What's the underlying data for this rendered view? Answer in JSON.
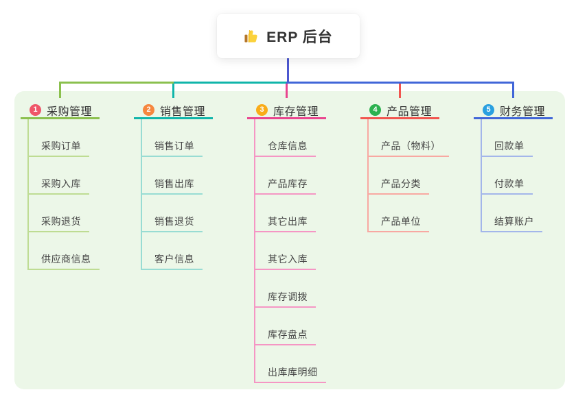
{
  "root": {
    "label": "ERP 后台",
    "icon": "thumbs-up"
  },
  "colors": {
    "page_bg": "#ffffff",
    "panel_bg": "#ecf7e8",
    "stem": "#4c57d0",
    "root_text": "#333333"
  },
  "branches": [
    {
      "number": "1",
      "label": "采购管理",
      "badge_color": "#ef5668",
      "line_color": "#8bc04e",
      "child_line_color": "#bedc93",
      "children": [
        "采购订单",
        "采购入库",
        "采购退货",
        "供应商信息"
      ]
    },
    {
      "number": "2",
      "label": "销售管理",
      "badge_color": "#f6873f",
      "line_color": "#10b5aa",
      "child_line_color": "#98dcd3",
      "children": [
        "销售订单",
        "销售出库",
        "销售退货",
        "客户信息"
      ]
    },
    {
      "number": "3",
      "label": "库存管理",
      "badge_color": "#f9ac19",
      "line_color": "#e9458f",
      "child_line_color": "#f596c4",
      "children": [
        "仓库信息",
        "产品库存",
        "其它出库",
        "其它入库",
        "库存调拨",
        "库存盘点",
        "出库库明细"
      ]
    },
    {
      "number": "4",
      "label": "产品管理",
      "badge_color": "#2cb14f",
      "line_color": "#f1554f",
      "child_line_color": "#f8a8a2",
      "children": [
        "产品（物料）",
        "产品分类",
        "产品单位"
      ]
    },
    {
      "number": "5",
      "label": "财务管理",
      "badge_color": "#2aa0e0",
      "line_color": "#4166d8",
      "child_line_color": "#a3b6ea",
      "children": [
        "回款单",
        "付款单",
        "结算账户"
      ]
    }
  ]
}
